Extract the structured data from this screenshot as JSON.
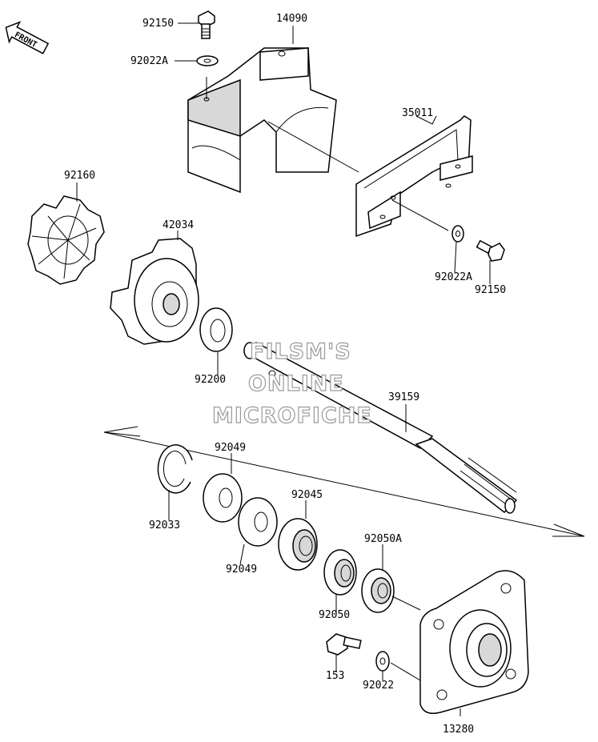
{
  "diagram": {
    "front_badge": "FRONT",
    "watermark": [
      "FILSM'S",
      "ONLINE",
      "MICROFICHE"
    ],
    "parts": [
      {
        "id": "p92150a",
        "number": "92150"
      },
      {
        "id": "p14090",
        "number": "14090"
      },
      {
        "id": "p92022a_top",
        "number": "92022A"
      },
      {
        "id": "p35011",
        "number": "35011"
      },
      {
        "id": "p92160",
        "number": "92160"
      },
      {
        "id": "p42034",
        "number": "42034"
      },
      {
        "id": "p92022a_r",
        "number": "92022A"
      },
      {
        "id": "p92150b",
        "number": "92150"
      },
      {
        "id": "p92200",
        "number": "92200"
      },
      {
        "id": "p39159",
        "number": "39159"
      },
      {
        "id": "p92049a",
        "number": "92049"
      },
      {
        "id": "p92033",
        "number": "92033"
      },
      {
        "id": "p92045",
        "number": "92045"
      },
      {
        "id": "p92049b",
        "number": "92049"
      },
      {
        "id": "p92050a",
        "number": "92050A"
      },
      {
        "id": "p92050",
        "number": "92050"
      },
      {
        "id": "p153",
        "number": "153"
      },
      {
        "id": "p92022",
        "number": "92022"
      },
      {
        "id": "p13280",
        "number": "13280"
      }
    ]
  }
}
